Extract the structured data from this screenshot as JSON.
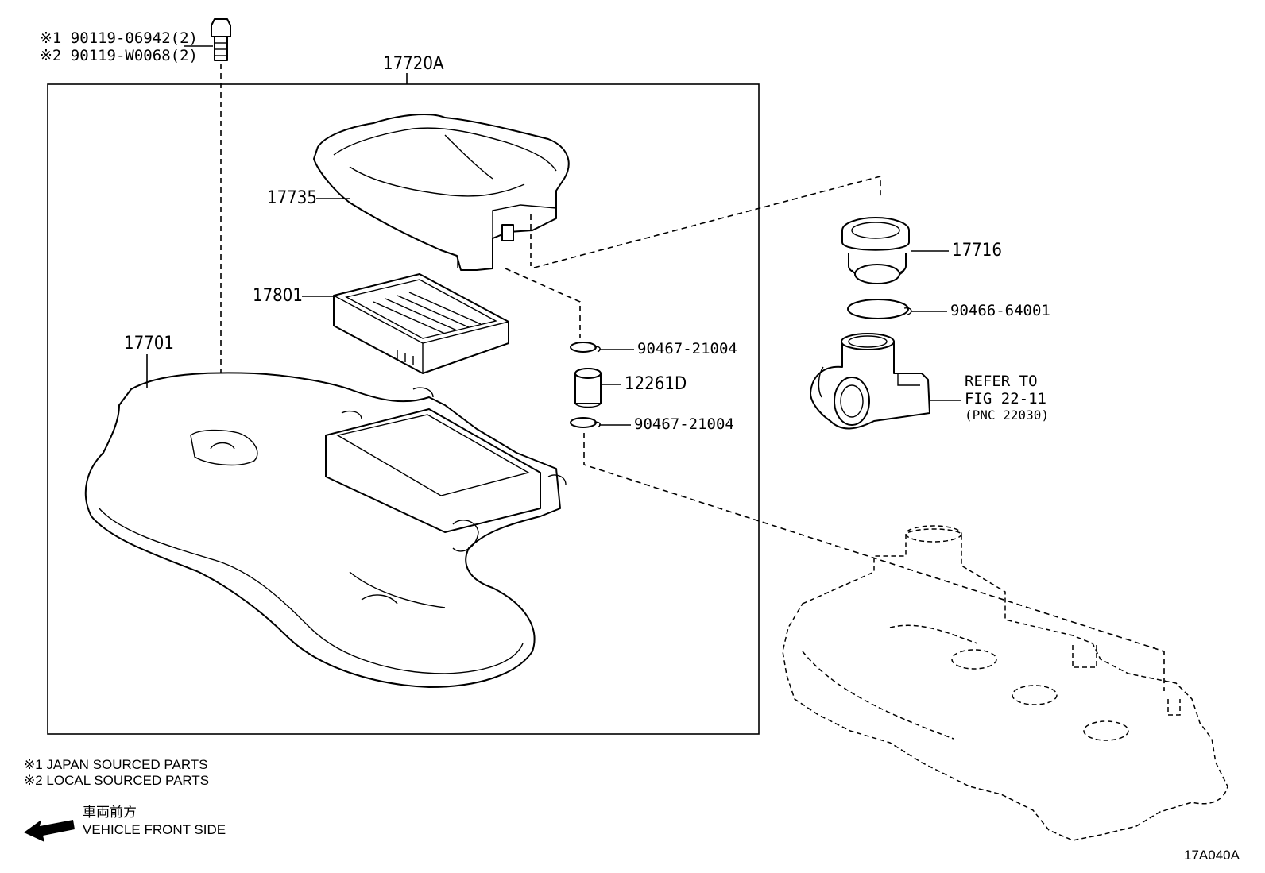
{
  "notes": {
    "bolt_japan": "※1 90119-06942(2)",
    "bolt_local": "※2 90119-W0068(2)",
    "legend_1": "※1  JAPAN SOURCED PARTS",
    "legend_2": "※2  LOCAL SOURCED PARTS",
    "front_jp": "車両前方",
    "front_en": "VEHICLE FRONT SIDE",
    "refer_1": "REFER TO",
    "refer_2": "FIG 22-11",
    "refer_3": "(PNC 22030)",
    "figure_id": "17A040A"
  },
  "parts": {
    "assembly": "17720A",
    "cap": "17735",
    "element": "17801",
    "case": "17701",
    "hose": "17716",
    "gasket": "90466-64001",
    "clip_top": "90467-21004",
    "hose_small": "12261D",
    "clip_bottom": "90467-21004"
  },
  "icons": {
    "front_arrow": "arrow-left-icon"
  }
}
